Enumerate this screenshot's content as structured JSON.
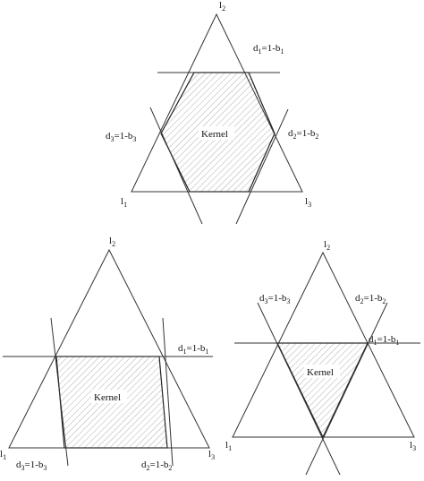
{
  "diagrams": [
    {
      "vertex_labels": {
        "top": "l",
        "top_sub": "2",
        "left": "l",
        "left_sub": "1",
        "right": "l",
        "right_sub": "3"
      },
      "kernel_label": "Kernel",
      "constraints": [
        {
          "a": "d",
          "a_sub": "1",
          "b": "=1-b",
          "b_sub": "1"
        },
        {
          "a": "d",
          "a_sub": "2",
          "b": "=1-b",
          "b_sub": "2"
        },
        {
          "a": "d",
          "a_sub": "3",
          "b": "=1-b",
          "b_sub": "3"
        }
      ]
    },
    {
      "vertex_labels": {
        "top": "l",
        "top_sub": "2",
        "left": "l",
        "left_sub": "1",
        "right": "l",
        "right_sub": "3"
      },
      "kernel_label": "Kernel",
      "constraints": [
        {
          "a": "d",
          "a_sub": "1",
          "b": "=1-b",
          "b_sub": "1"
        },
        {
          "a": "d",
          "a_sub": "3",
          "b": "=1-b",
          "b_sub": "3"
        },
        {
          "a": "d",
          "a_sub": "2",
          "b": "=1-b",
          "b_sub": "2"
        }
      ]
    },
    {
      "vertex_labels": {
        "top": "l",
        "top_sub": "2",
        "left": "l",
        "left_sub": "1",
        "right": "l",
        "right_sub": "3"
      },
      "kernel_label": "Kernel",
      "constraints": [
        {
          "a": "d",
          "a_sub": "3",
          "b": "=1-b",
          "b_sub": "3"
        },
        {
          "a": "d",
          "a_sub": "2",
          "b": "=1-b",
          "b_sub": "2"
        },
        {
          "a": "d",
          "a_sub": "1",
          "b": "=1-b",
          "b_sub": "1"
        }
      ]
    }
  ]
}
